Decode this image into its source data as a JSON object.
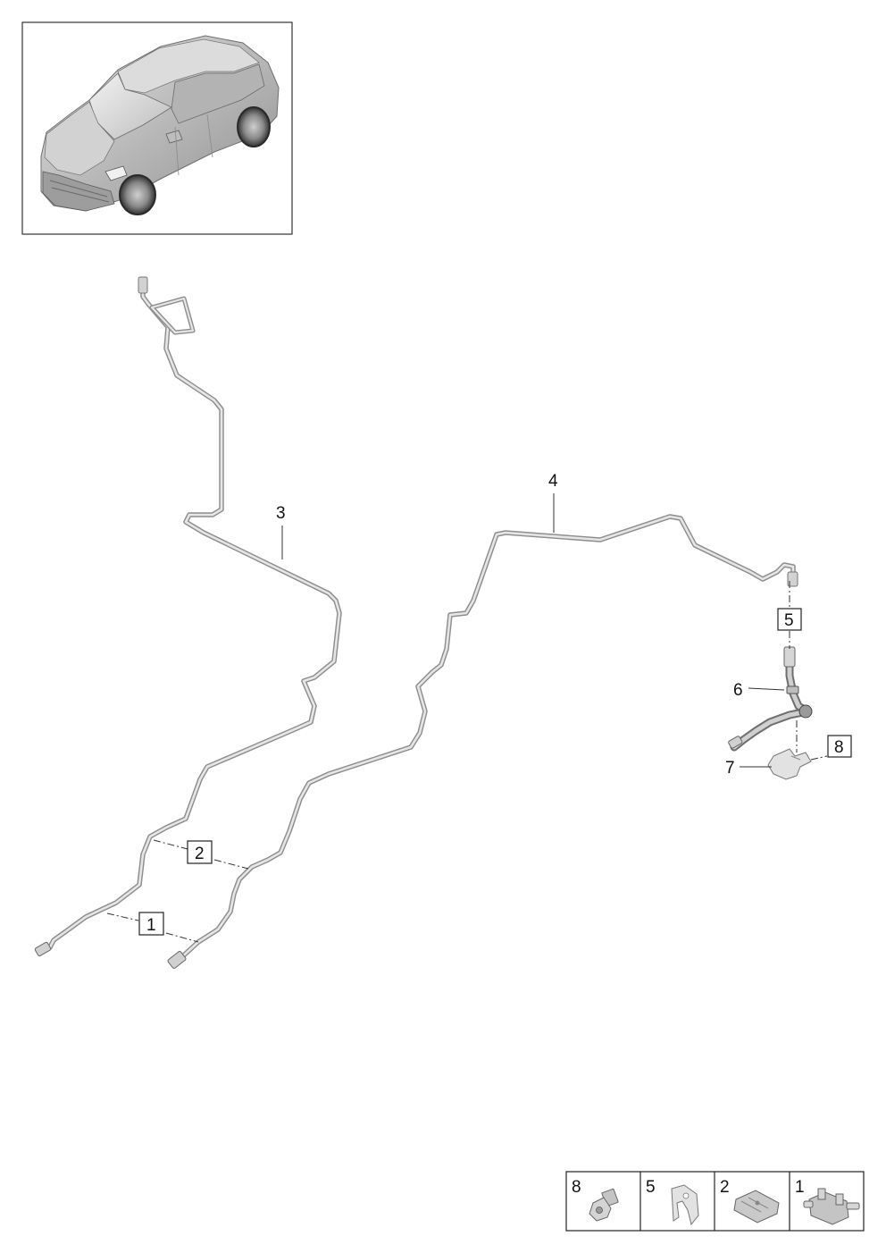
{
  "callouts": {
    "c1": "1",
    "c2": "2",
    "c3": "3",
    "c4": "4",
    "c5": "5",
    "c6": "6",
    "c7": "7",
    "c8": "8"
  },
  "legend": {
    "cells": [
      {
        "number": "8",
        "icon": "bolt-icon"
      },
      {
        "number": "5",
        "icon": "clip-icon"
      },
      {
        "number": "2",
        "icon": "line-holder-icon"
      },
      {
        "number": "1",
        "icon": "double-holder-icon"
      }
    ]
  },
  "colors": {
    "line_outline": "#8e8e8e",
    "line_fill": "#e4e4e4",
    "part_fill": "#c8c8c8",
    "frame": "#222222"
  }
}
